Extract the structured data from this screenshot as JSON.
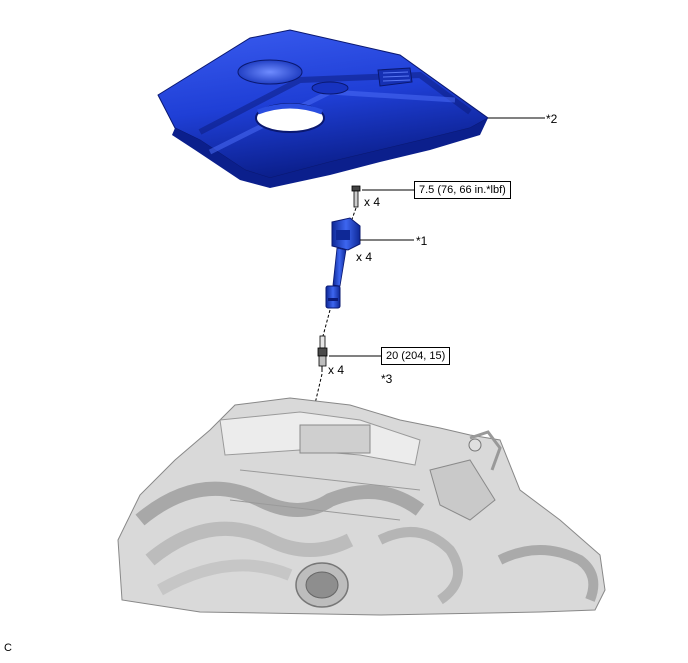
{
  "callouts": {
    "coil": "*1",
    "cover": "*2",
    "plug": "*3"
  },
  "torque": {
    "bolt": "7.5 (76, 66 in.*lbf)",
    "plug": "20 (204, 15)"
  },
  "quantities": {
    "bolt": "x 4",
    "coil": "x 4",
    "plug": "x 4"
  },
  "footer_code": "C",
  "colors": {
    "cover_blue": "#1f3fd6",
    "cover_dark": "#0b1f8c",
    "part_blue": "#2a55d8",
    "engine_gray": "#d9d9d9"
  },
  "icons": {
    "cover": "engine-cover-icon",
    "bolt": "bolt-icon",
    "coil": "ignition-coil-icon",
    "plug": "spark-plug-icon",
    "engine": "engine-block-icon"
  }
}
